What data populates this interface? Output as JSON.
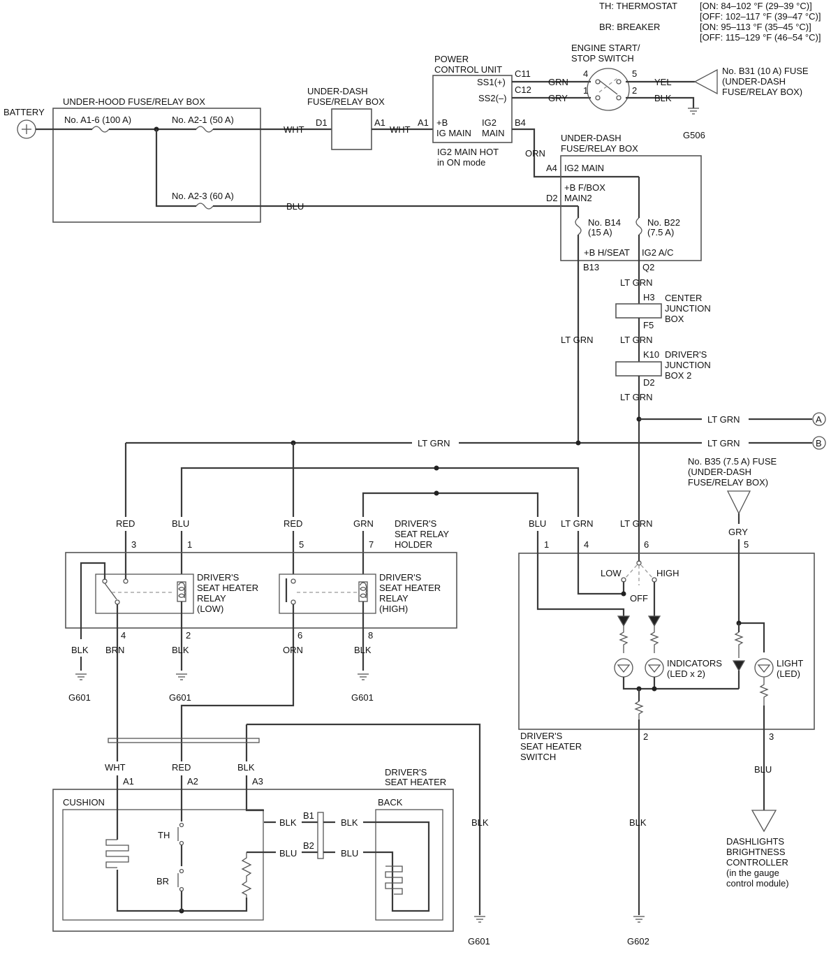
{
  "legend": {
    "th": "TH: THERMOSTAT",
    "br": "BR: BREAKER",
    "th_on": "[ON: 84–102 °F (29–39 °C)]",
    "th_off": "[OFF: 102–117 °F (39–47 °C)]",
    "br_on": "[ON: 95–113 °F (35–45 °C)]",
    "br_off": "[OFF: 115–129 °F (46–54 °C)]"
  },
  "components": {
    "battery": "BATTERY",
    "underhood_box": "UNDER-HOOD FUSE/RELAY BOX",
    "fuse_a16": "No. A1-6 (100 A)",
    "fuse_a21": "No. A2-1 (50 A)",
    "fuse_a23": "No. A2-3 (60 A)",
    "underdash_box_1a": "UNDER-DASH",
    "underdash_box_1b": "FUSE/RELAY BOX",
    "pcu_a": "POWER",
    "pcu_b": "CONTROL UNIT",
    "pcu_ss1": "SS1(+)",
    "pcu_ss2": "SS2(–)",
    "pcu_b_plus": "+B",
    "pcu_ig_main": "IG MAIN",
    "pcu_ig2": "IG2",
    "pcu_main": "MAIN",
    "ig2_note_a": "IG2 MAIN HOT",
    "ig2_note_b": "in ON mode",
    "start_switch_a": "ENGINE START/",
    "start_switch_b": "STOP SWITCH",
    "fuse_b31_a": "No. B31 (10 A) FUSE",
    "fuse_b31_b": "(UNDER-DASH",
    "fuse_b31_c": "FUSE/RELAY BOX)",
    "underdash_box_2a": "UNDER-DASH",
    "underdash_box_2b": "FUSE/RELAY BOX",
    "ig2_main": "IG2 MAIN",
    "bf_box": "+B F/BOX",
    "main2": "MAIN2",
    "fuse_b14_a": "No. B14",
    "fuse_b14_b": "(15 A)",
    "fuse_b22_a": "No. B22",
    "fuse_b22_b": "(7.5 A)",
    "b_hseat": "+B H/SEAT",
    "ig2_ac": "IG2 A/C",
    "cjb_a": "CENTER",
    "cjb_b": "JUNCTION",
    "cjb_c": "BOX",
    "djb_a": "DRIVER'S",
    "djb_b": "JUNCTION",
    "djb_c": "BOX 2",
    "fuse_b35_a": "No. B35 (7.5 A) FUSE",
    "fuse_b35_b": "(UNDER-DASH",
    "fuse_b35_c": "FUSE/RELAY BOX)",
    "relay_holder_a": "DRIVER'S",
    "relay_holder_b": "SEAT RELAY",
    "relay_holder_c": "HOLDER",
    "relay_low_a": "DRIVER'S",
    "relay_low_b": "SEAT HEATER",
    "relay_low_c": "RELAY",
    "relay_low_d": "(LOW)",
    "relay_high_a": "DRIVER'S",
    "relay_high_b": "SEAT HEATER",
    "relay_high_c": "RELAY",
    "relay_high_d": "(HIGH)",
    "low": "LOW",
    "high": "HIGH",
    "off": "OFF",
    "indicators_a": "INDICATORS",
    "indicators_b": "(LED x 2)",
    "light_a": "LIGHT",
    "light_b": "(LED)",
    "switch_a": "DRIVER'S",
    "switch_b": "SEAT HEATER",
    "switch_c": "SWITCH",
    "heater_a": "DRIVER'S",
    "heater_b": "SEAT HEATER",
    "cushion": "CUSHION",
    "back": "BACK",
    "th_label": "TH",
    "br_label": "BR",
    "dimmer_a": "DASHLIGHTS",
    "dimmer_b": "BRIGHTNESS",
    "dimmer_c": "CONTROLLER",
    "dimmer_d": "(in the gauge",
    "dimmer_e": "control module)"
  },
  "pins": {
    "d1": "D1",
    "a1": "A1",
    "a1b": "A1",
    "c11": "C11",
    "c12": "C12",
    "b4": "B4",
    "sw4": "4",
    "sw5": "5",
    "sw1": "1",
    "sw2": "2",
    "a4": "A4",
    "d2": "D2",
    "b13": "B13",
    "q2": "Q2",
    "h3": "H3",
    "f5": "F5",
    "k10": "K10",
    "d2b": "D2",
    "r3": "3",
    "r1": "1",
    "r5": "5",
    "r7": "7",
    "r4": "4",
    "r2": "2",
    "r6": "6",
    "r8": "8",
    "s1": "1",
    "s4": "4",
    "s6": "6",
    "s5": "5",
    "s2": "2",
    "s3": "3",
    "ha1": "A1",
    "ha2": "A2",
    "ha3": "A3",
    "hb1": "B1",
    "hb2": "B2"
  },
  "wires": {
    "wht1": "WHT",
    "wht2": "WHT",
    "blu1": "BLU",
    "grn": "GRN",
    "gry": "GRY",
    "yel": "YEL",
    "blk1": "BLK",
    "orn1": "ORN",
    "ltgrn1": "LT GRN",
    "ltgrn2": "LT GRN",
    "ltgrn3": "LT GRN",
    "ltgrn4": "LT GRN",
    "ltgrn5": "LT GRN",
    "ltgrn6": "LT GRN",
    "ltgrn7": "LT GRN",
    "ltgrn8": "LT GRN",
    "ltgrn9": "LT GRN",
    "red3": "RED",
    "blu_r1": "BLU",
    "red5": "RED",
    "grn7": "GRN",
    "blu_s1": "BLU",
    "gry5": "GRY",
    "blk_r": "BLK",
    "brn4": "BRN",
    "blk2": "BLK",
    "orn6": "ORN",
    "blk8": "BLK",
    "wht_h": "WHT",
    "red_h": "RED",
    "blk_h": "BLK",
    "blk_b1a": "BLK",
    "blk_b1b": "BLK",
    "blu_b2a": "BLU",
    "blu_b2b": "BLU",
    "blk_g601": "BLK",
    "blk_s2": "BLK",
    "blu_s3": "BLU"
  },
  "grounds": {
    "g506": "G506",
    "g601a": "G601",
    "g601b": "G601",
    "g601c": "G601",
    "g601d": "G601",
    "g602": "G602"
  },
  "connectors": {
    "a": "A",
    "b": "B"
  }
}
